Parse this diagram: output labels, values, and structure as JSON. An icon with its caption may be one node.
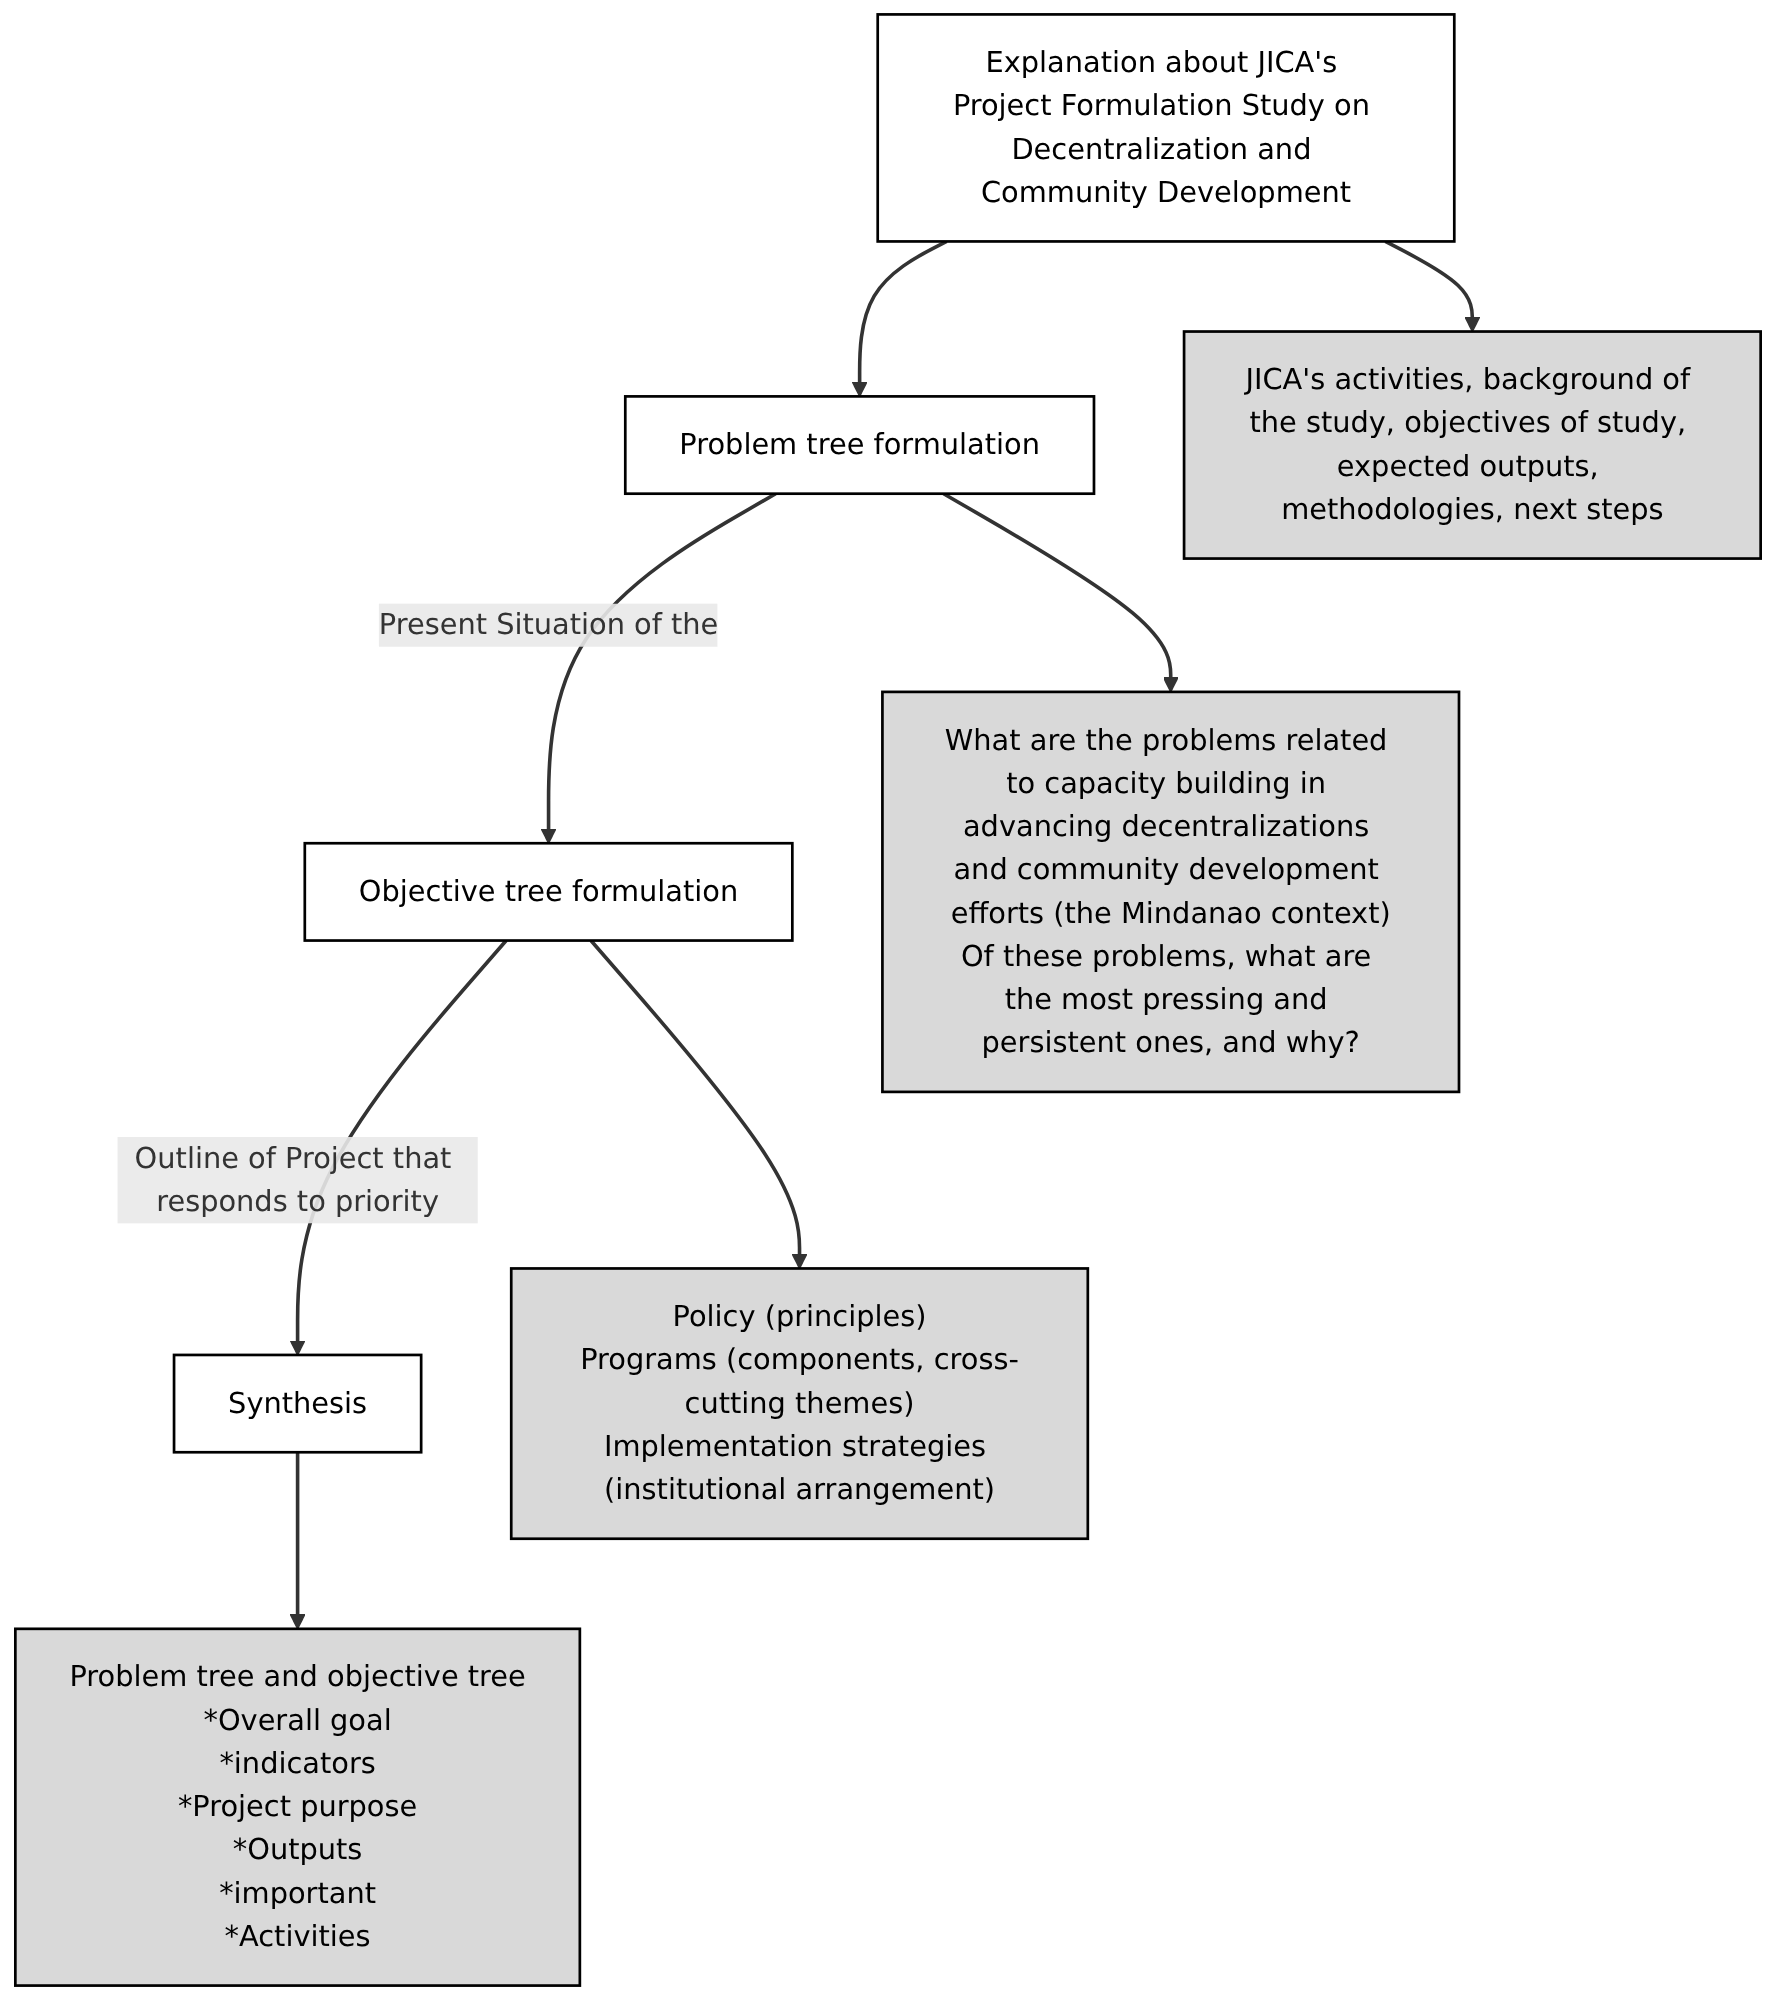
{
  "diagram": {
    "nodes": [
      {
        "text": [
          "Explanation about JICA's Project Formulation Study on Decentralization and Community Development"
        ]
      },
      {
        "text": [
          "Problem tree formulation"
        ]
      },
      {
        "text": [
          "Objective tree formulation"
        ]
      },
      {
        "text": [
          "Synthesis"
        ]
      },
      {
        "text": [
          "JICA's activities, background of the study, objectives of study, expected outputs, methodologies, next steps"
        ]
      },
      {
        "text": [
          "What are the problems related to capacity building in advancing decentralizations and community development efforts (the Mindanao context)",
          "Of these problems, what are the most pressing and persistent ones, and why?"
        ]
      },
      {
        "text": [
          "Policy (principles)",
          "Programs (components, cross-cutting themes)",
          "Implementation strategies (institutional arrangement)"
        ]
      },
      {
        "text": [
          "Problem tree and objective tree",
          "*Overall goal",
          "*indicators",
          "*Project purpose",
          "*Outputs",
          "*important",
          "*Activities"
        ]
      }
    ],
    "edges": [
      {
        "from": 0,
        "to": 4,
        "arrow": "to"
      },
      {
        "from": 0,
        "to": 1,
        "arrow": "to"
      },
      {
        "from": 1,
        "to": 5,
        "arrow": "to"
      },
      {
        "from": 1,
        "to": 2,
        "arrow": "to",
        "label": "Present Situation of the"
      },
      {
        "from": 2,
        "to": 6,
        "arrow": "to"
      },
      {
        "from": 2,
        "to": 3,
        "arrow": "to",
        "label": "Outline of Project that responds to priority"
      },
      {
        "from": 3,
        "to": 7,
        "arrow": "to"
      }
    ]
  }
}
